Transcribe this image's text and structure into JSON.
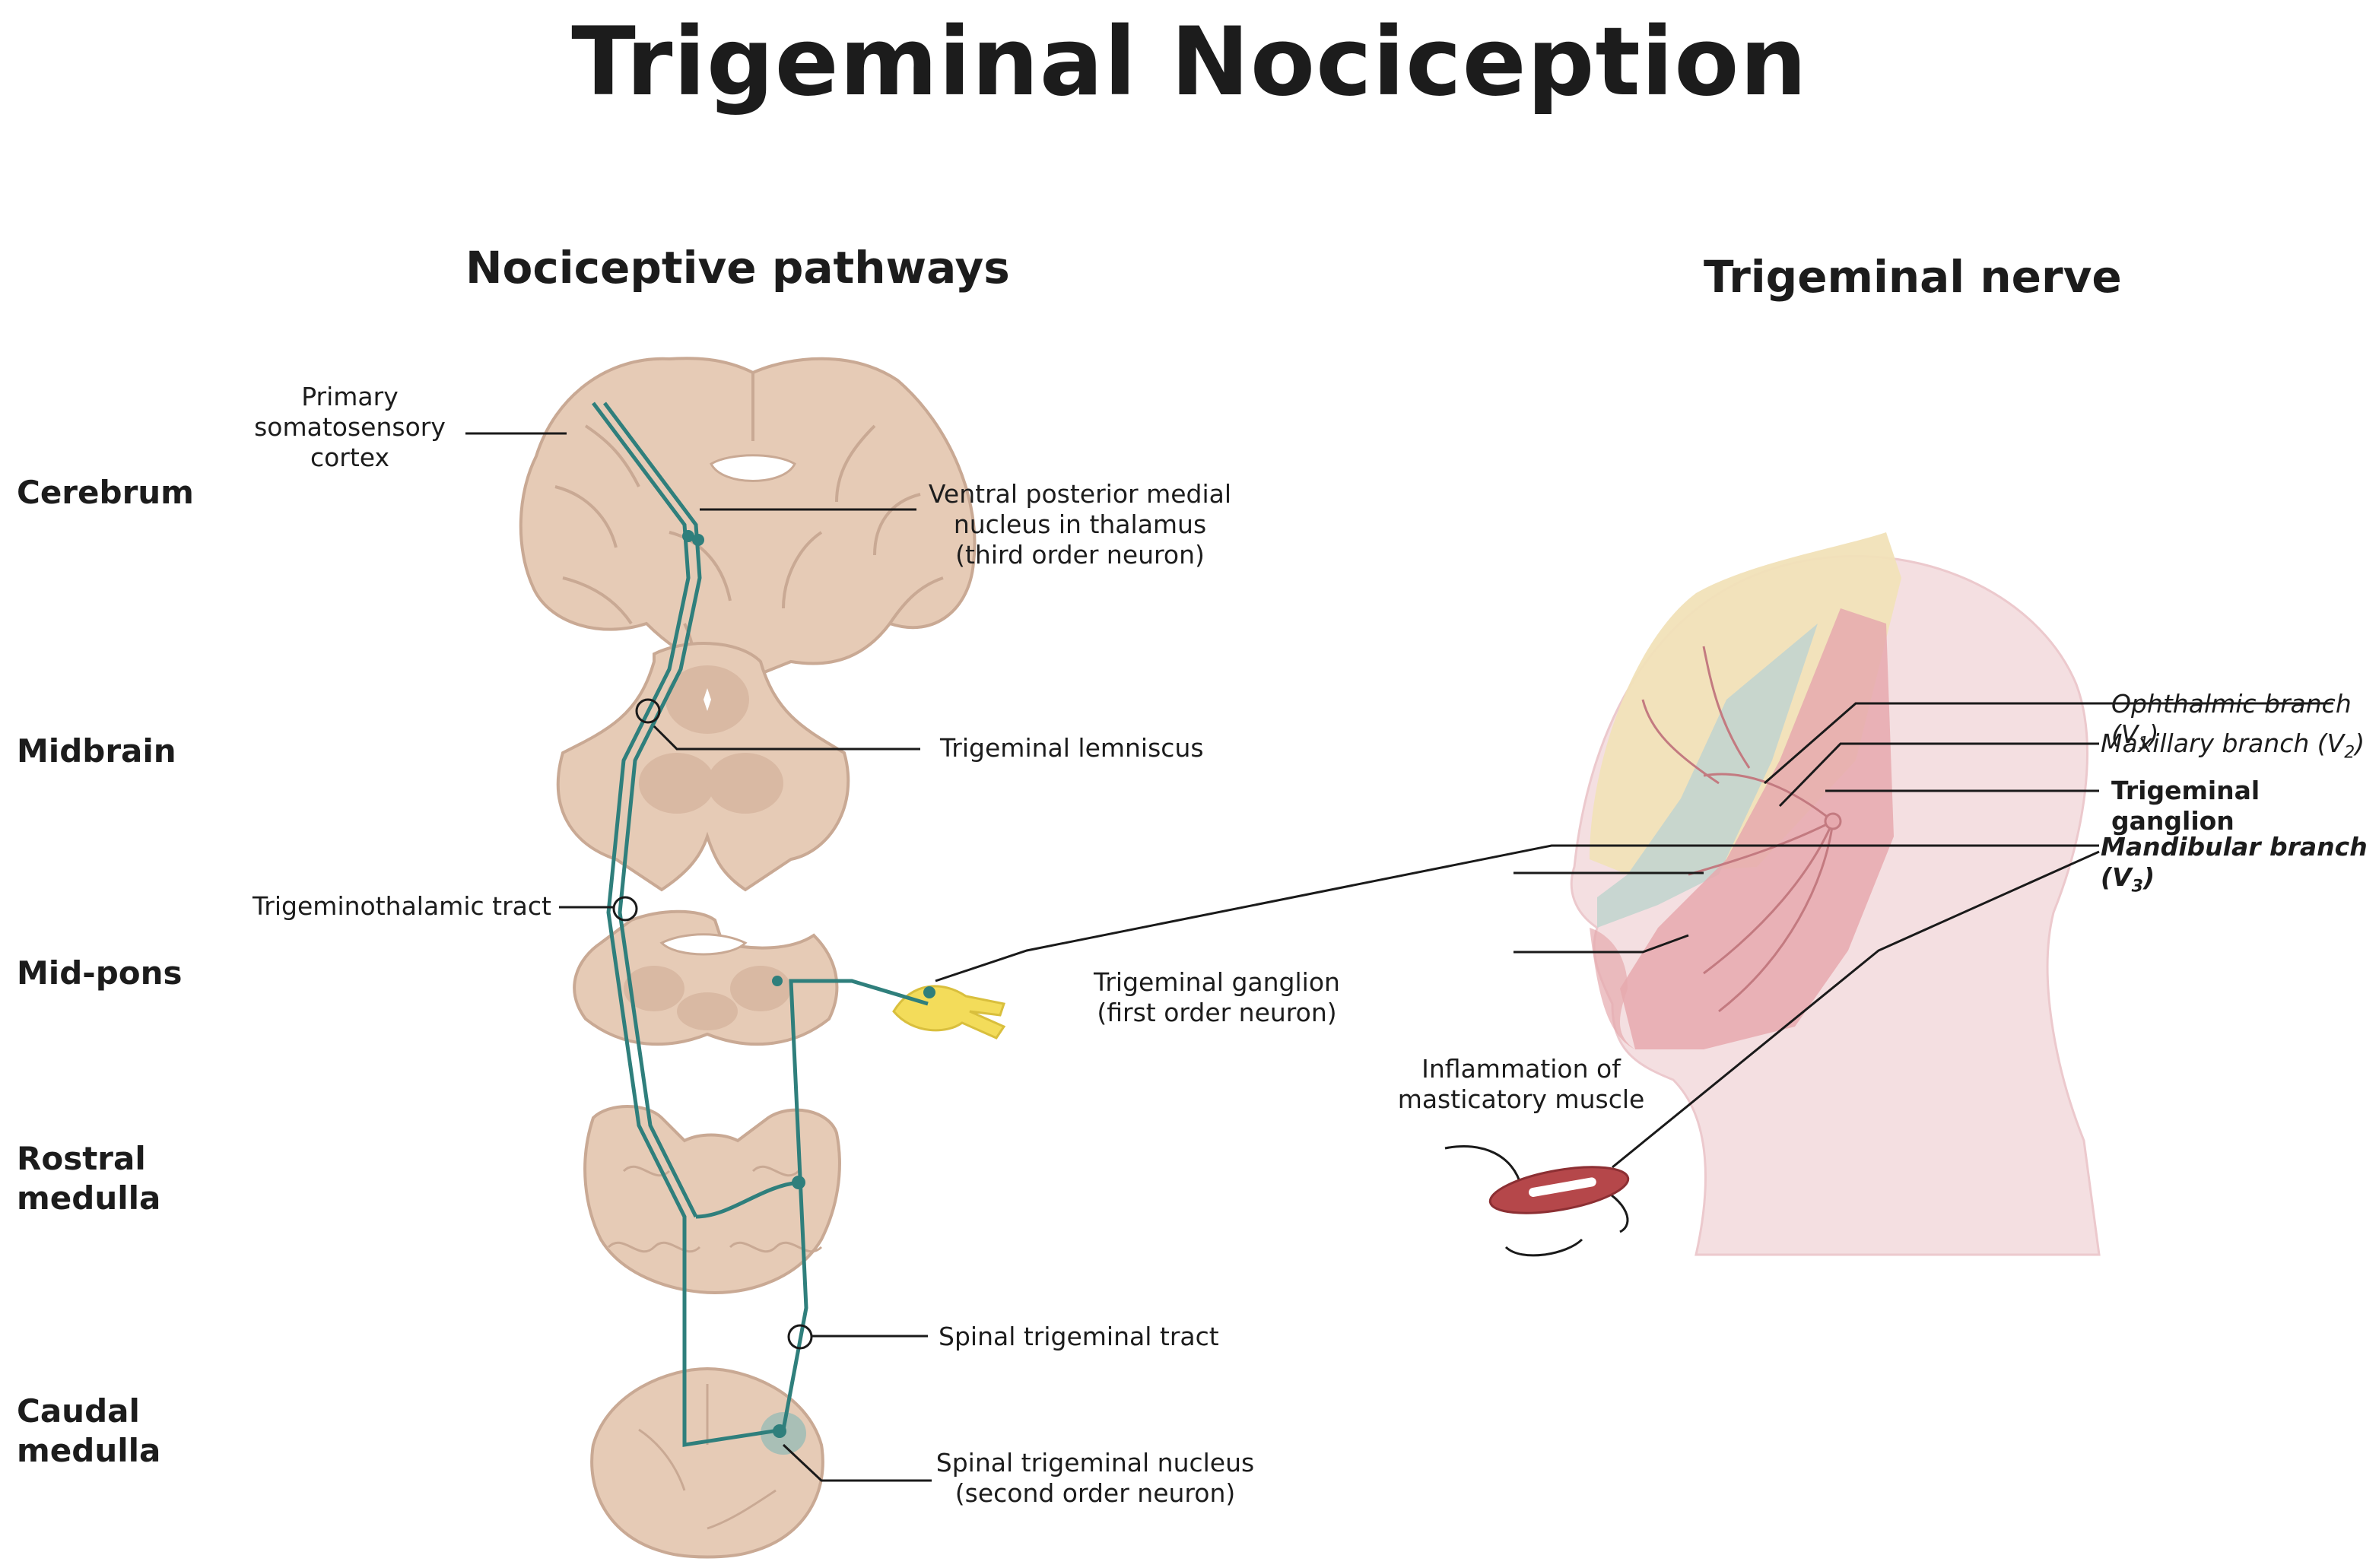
{
  "title": "Trigeminal Nociception",
  "left_panel": {
    "heading": "Nociceptive pathways",
    "levels": {
      "cerebrum": "Cerebrum",
      "midbrain": "Midbrain",
      "mid_pons": "Mid-pons",
      "rostral_medulla_1": "Rostral",
      "rostral_medulla_2": "medulla",
      "caudal_medulla_1": "Caudal",
      "caudal_medulla_2": "medulla"
    },
    "labels": {
      "cortex_1": "Primary",
      "cortex_2": "somatosensory",
      "cortex_3": "cortex",
      "vpm_1": "Ventral posterior medial",
      "vpm_2": "nucleus in thalamus",
      "vpm_3": "(third order neuron)",
      "lemniscus": "Trigeminal lemniscus",
      "thalamic_tract": "Trigeminothalamic tract",
      "ganglion_1": "Trigeminal ganglion",
      "ganglion_2": "(first order neuron)",
      "spinal_tract": "Spinal trigeminal tract",
      "spinal_nucleus_1": "Spinal trigeminal nucleus",
      "spinal_nucleus_2": "(second order neuron)"
    }
  },
  "right_panel": {
    "heading": "Trigeminal nerve",
    "labels": {
      "ophthalmic": "Ophthalmic branch (V",
      "ophthalmic_sub": "1",
      "maxillary": "Maxillary branch (V",
      "maxillary_sub": "2",
      "trig_ganglion": "Trigeminal ganglion",
      "mandibular_1": "Mandibular branch",
      "mandibular_2": "(V",
      "mandibular_sub": "3",
      "inflammation_1": "Inflammation of",
      "inflammation_2": "masticatory muscle"
    }
  },
  "colors": {
    "pathway": "#2f7f7c",
    "brain_tissue": "#e6cbb6",
    "brain_outline": "#c9a994",
    "ganglion": "#f3dc5a",
    "ophthalmic_zone": "#f1e2b8",
    "maxillary_zone": "#c3d5cf",
    "mandibular_zone": "#e6a9ae",
    "head": "#f4dfe1",
    "muscle": "#b5474a"
  }
}
